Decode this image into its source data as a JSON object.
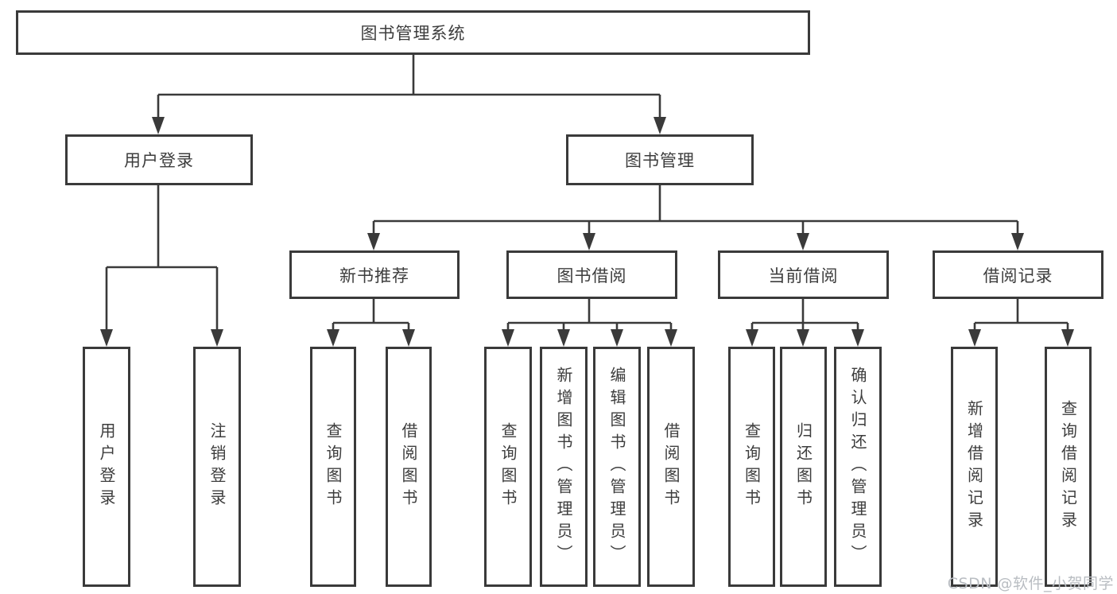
{
  "diagram": {
    "title": "图书管理系统",
    "level2": [
      {
        "label": "用户登录"
      },
      {
        "label": "图书管理"
      }
    ],
    "level3": [
      {
        "label": "新书推荐",
        "parent": "图书管理"
      },
      {
        "label": "图书借阅",
        "parent": "图书管理"
      },
      {
        "label": "当前借阅",
        "parent": "图书管理"
      },
      {
        "label": "借阅记录",
        "parent": "图书管理"
      }
    ],
    "leaves": [
      {
        "label": "用户登录",
        "parent": "用户登录"
      },
      {
        "label": "注销登录",
        "parent": "用户登录"
      },
      {
        "label": "查询图书",
        "parent": "新书推荐"
      },
      {
        "label": "借阅图书",
        "parent": "新书推荐"
      },
      {
        "label": "查询图书",
        "parent": "图书借阅"
      },
      {
        "label": "新增图书（管理员）",
        "parent": "图书借阅"
      },
      {
        "label": "编辑图书（管理员）",
        "parent": "图书借阅"
      },
      {
        "label": "借阅图书",
        "parent": "图书借阅"
      },
      {
        "label": "查询图书",
        "parent": "当前借阅"
      },
      {
        "label": "归还图书",
        "parent": "当前借阅"
      },
      {
        "label": "确认归还（管理员）",
        "parent": "当前借阅"
      },
      {
        "label": "新增借阅记录",
        "parent": "借阅记录"
      },
      {
        "label": "查询借阅记录",
        "parent": "借阅记录"
      }
    ]
  },
  "watermark": {
    "text": "CSDN @软件_小贺同学"
  },
  "colors": {
    "line": "#3a3a3a",
    "text": "#3d3d3d",
    "watermark": "#b9bdc2",
    "background": "#ffffff"
  }
}
